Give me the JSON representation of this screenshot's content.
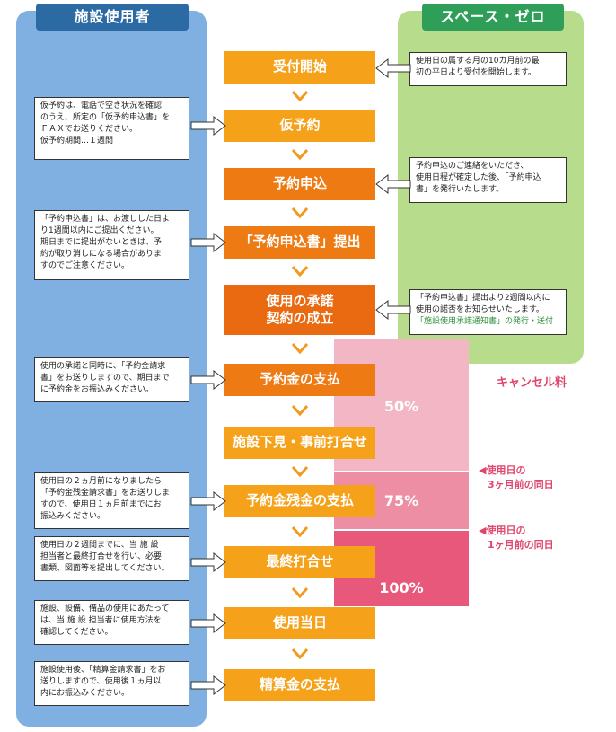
{
  "headers": {
    "left": "施設使用者",
    "right": "スペース・ゼロ"
  },
  "steps": [
    "受付開始",
    "仮予約",
    "予約申込",
    "「予約申込書」提出",
    "使用の承諾",
    "契約の成立",
    "予約金の支払",
    "施設下見・事前打合せ",
    "予約金残金の支払",
    "最終打合せ",
    "使用当日",
    "精算金の支払"
  ],
  "left_notes": [
    [
      "仮予約は、電話で空き状況を確認",
      "のうえ、所定の「仮予約申込書」を",
      "ＦＡＸでお送りください。",
      "仮予約期間…１週間"
    ],
    [
      "「予約申込書」は、お渡しした日よ",
      "り1週間以内にご提出ください。",
      "期日までに提出がないときは、予",
      "約が取り消しになる場合がありま",
      "すのでご注意ください。"
    ],
    [
      "使用の承諾と同時に、「予約金請求",
      "書」をお送りしますので、期日まで",
      "に予約金をお振込みください。"
    ],
    [
      "使用日の２ヵ月前になりましたら",
      "「予約金残金請求書」をお送りしま",
      "すので、使用日１ヵ月前までにお",
      "振込みください。"
    ],
    [
      "使用日の２週間までに、当 施 設",
      "担当者と最終打合せを行い、必要",
      "書類、図面等を提出してください。"
    ],
    [
      "施設、設備、備品の使用にあたって",
      "は、当 施 設 担当者に使用方法を",
      "確認してください。"
    ],
    [
      "施設使用後、「精算金請求書」をお",
      "送りしますので、使用後１ヵ月以",
      "内にお振込みください。"
    ]
  ],
  "right_notes": [
    [
      "使用日の属する月の10カ月前の最",
      "初の平日より受付を開始します。"
    ],
    [
      "予約申込のご連絡をいただき、",
      "使用日程が確定した後、「予約申込",
      "書」を発行いたします。"
    ],
    [
      "「予約申込書」提出より2週間以内に",
      "使用の諾否をお知らせいたします。",
      "「施設使用承諾通知書」の発行・送付"
    ]
  ],
  "cancellation": {
    "title": "キャンセル料",
    "pct_50": "50%",
    "pct_75": "75%",
    "pct_100": "100%",
    "marker_1_line1": "◀使用日の",
    "marker_1_line2": "3ヶ月前の同日",
    "marker_2_line1": "◀使用日の",
    "marker_2_line2": "1ヶ月前の同日"
  },
  "colors": {
    "left_column": "#7fb0e1",
    "right_column": "#b7dc8c",
    "step_orange": "#f5a21a",
    "step_dark_orange": "#ee7a14",
    "cancel_pink": "#e0456b"
  }
}
